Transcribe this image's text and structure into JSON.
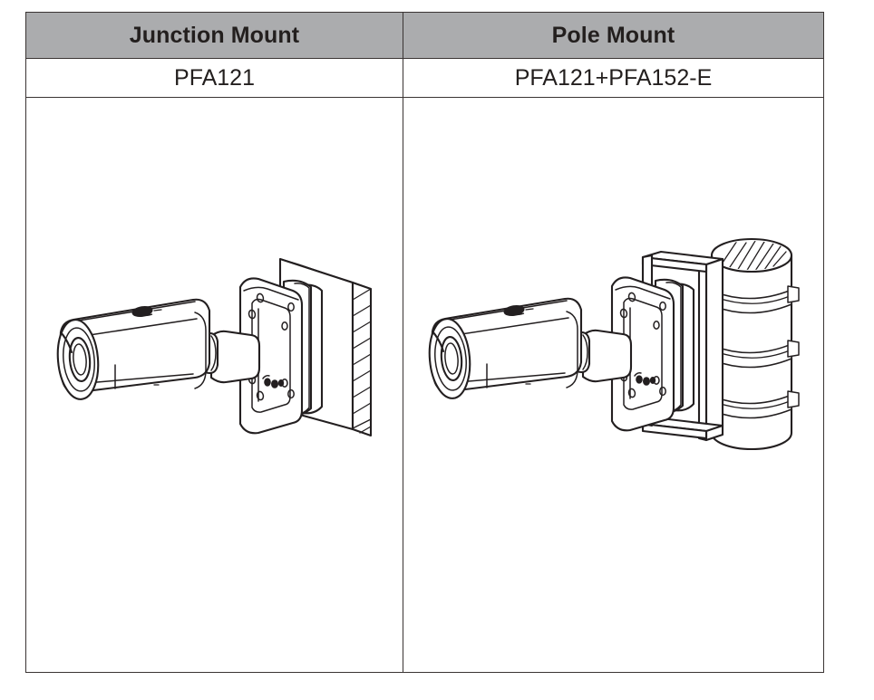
{
  "table": {
    "columns": [
      {
        "id": "junction",
        "header": "Junction Mount",
        "model": "PFA121",
        "figure_name": "bullet-camera-junction-box-wall-mount-illustration"
      },
      {
        "id": "pole",
        "header": "Pole Mount",
        "model": "PFA121+PFA152-E",
        "figure_name": "bullet-camera-junction-box-pole-mount-illustration"
      }
    ]
  },
  "colors": {
    "header_fill": "#abacae",
    "border": "#3a3433",
    "text": "#231f1e",
    "line_art": "#231f20",
    "page_background": "#ffffff"
  }
}
